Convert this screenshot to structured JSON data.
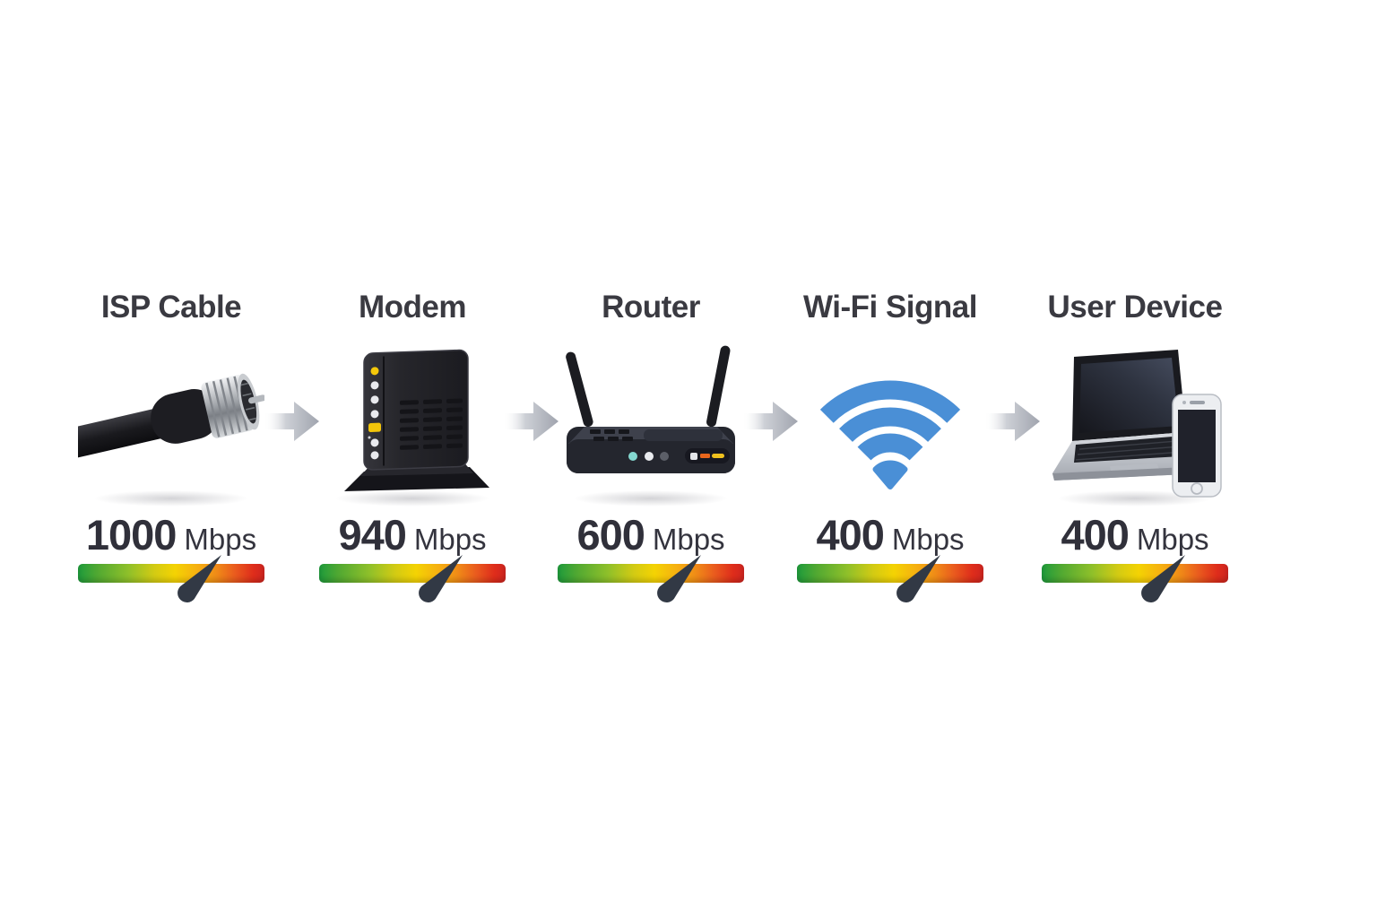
{
  "diagram": {
    "title_implied": "Internet speed through the home network chain",
    "stages": [
      {
        "label": "ISP Cable",
        "icon": "coax-cable-icon",
        "speed": "1000",
        "unit": "Mbps"
      },
      {
        "label": "Modem",
        "icon": "modem-icon",
        "speed": "940",
        "unit": "Mbps"
      },
      {
        "label": "Router",
        "icon": "router-icon",
        "speed": "600",
        "unit": "Mbps"
      },
      {
        "label": "Wi-Fi Signal",
        "icon": "wifi-signal-icon",
        "speed": "400",
        "unit": "Mbps"
      },
      {
        "label": "User Device",
        "icon": "user-device-icon",
        "speed": "400",
        "unit": "Mbps"
      }
    ],
    "connector": {
      "shape": "right-arrow",
      "color": "#a0a4ae"
    },
    "gauge": {
      "type": "speed-gradient-bar",
      "gradient": [
        "#1e9b3c",
        "#8fc02a",
        "#f4d303",
        "#f08c17",
        "#df2d1b"
      ],
      "needle_color": "#323945"
    },
    "colors": {
      "background": "#ffffff",
      "title_text": "#3a3a41",
      "speed_text": "#30303a",
      "wifi_blue": "#4a8fd6"
    }
  }
}
